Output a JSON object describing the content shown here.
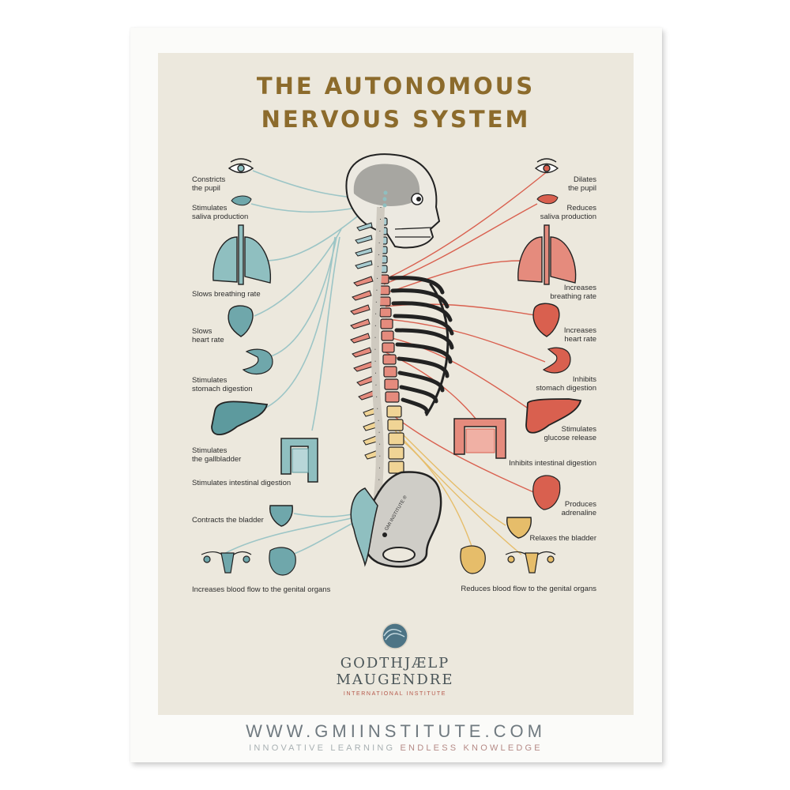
{
  "poster": {
    "title_line1": "THE AUTONOMOUS",
    "title_line2": "NERVOUS SYSTEM",
    "colors": {
      "title": "#8c6b2c",
      "parasympathetic": "#8fbfc0",
      "sympathetic": "#d9604f",
      "sacral_sympathetic": "#e8b85c",
      "panel_background": "#ece8dd"
    }
  },
  "parasympathetic": {
    "items": [
      {
        "icon": "eye-icon",
        "label": "Constricts\nthe pupil",
        "line1": "Constricts",
        "line2": "the pupil"
      },
      {
        "icon": "salivary-gland-icon",
        "label": "Stimulates saliva production",
        "line1": "Stimulates",
        "line2": "saliva production"
      },
      {
        "icon": "lungs-icon",
        "label": "Slows breathing rate",
        "line1": "Slows breathing rate",
        "line2": ""
      },
      {
        "icon": "heart-icon",
        "label": "Slows heart rate",
        "line1": "Slows",
        "line2": "heart rate"
      },
      {
        "icon": "stomach-icon",
        "label": "Stimulates stomach digestion",
        "line1": "Stimulates",
        "line2": "stomach digestion"
      },
      {
        "icon": "liver-icon",
        "label": "Stimulates the gallbladder",
        "line1": "Stimulates",
        "line2": "the gallbladder"
      },
      {
        "icon": "intestine-icon",
        "label": "Stimulates intestinal digestion",
        "line1": "Stimulates intestinal digestion",
        "line2": ""
      },
      {
        "icon": "bladder-icon",
        "label": "Contracts the bladder",
        "line1": "Contracts the bladder",
        "line2": ""
      },
      {
        "icon": "genital-organs-icon",
        "label": "Increases blood flow to the genital organs",
        "line1": "Increases blood flow to the genital organs",
        "line2": ""
      }
    ]
  },
  "sympathetic": {
    "items": [
      {
        "icon": "eye-icon",
        "label": "Dilates the pupil",
        "line1": "Dilates",
        "line2": "the pupil"
      },
      {
        "icon": "salivary-gland-icon",
        "label": "Reduces saliva production",
        "line1": "Reduces",
        "line2": "saliva production"
      },
      {
        "icon": "lungs-icon",
        "label": "Increases breathing rate",
        "line1": "Increases",
        "line2": "breathing rate"
      },
      {
        "icon": "heart-icon",
        "label": "Increases heart rate",
        "line1": "Increases",
        "line2": "heart rate"
      },
      {
        "icon": "stomach-icon",
        "label": "Inhibits stomach digestion",
        "line1": "Inhibits",
        "line2": "stomach digestion"
      },
      {
        "icon": "liver-icon",
        "label": "Stimulates glucose release",
        "line1": "Stimulates",
        "line2": "glucose release"
      },
      {
        "icon": "intestine-icon",
        "label": "Inhibits intestinal digestion",
        "line1": "Inhibits intestinal digestion",
        "line2": ""
      },
      {
        "icon": "adrenal-kidney-icon",
        "label": "Produces adrenaline",
        "line1": "Produces",
        "line2": "adrenaline"
      },
      {
        "icon": "bladder-icon",
        "label": "Relaxes the bladder",
        "line1": "Relaxes the bladder",
        "line2": ""
      },
      {
        "icon": "genital-organs-icon",
        "label": "Reduces blood flow to the genital organs",
        "line1": "Reduces blood flow to the genital organs",
        "line2": ""
      }
    ]
  },
  "skeleton": {
    "pelvis_mark": "GMI INSTITUTE ®"
  },
  "brand": {
    "name_line1": "GODTHJÆLP",
    "name_line2": "MAUGENDRE",
    "subtitle": "INTERNATIONAL INSTITUTE",
    "url": "WWW.GMIINSTITUTE.COM",
    "tagline_part1": "INNOVATIVE LEARNING",
    "tagline_part2": "ENDLESS KNOWLEDGE"
  }
}
